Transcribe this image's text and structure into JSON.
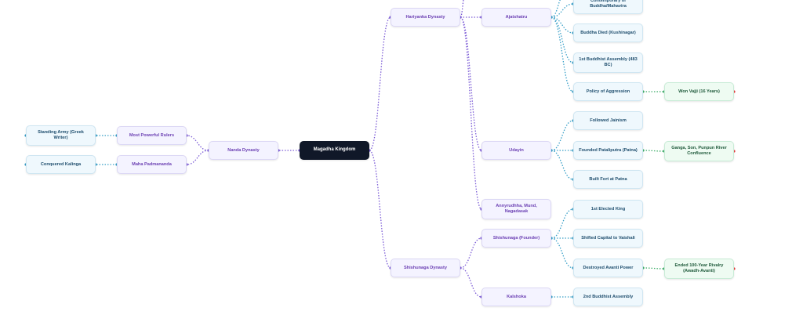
{
  "colors": {
    "purple_edge": "#7c5cd6",
    "blue_edge": "#3aa0c8",
    "green_edge": "#3fae6a",
    "handle_red": "#e53e3e"
  },
  "nodes": [
    {
      "id": "magadha",
      "label": "Magadha Kingdom",
      "style": "root"
    },
    {
      "id": "haryanka",
      "label": "Hariyanka Dynasty",
      "style": "purple"
    },
    {
      "id": "nanda",
      "label": "Nanda Dynasty",
      "style": "purple"
    },
    {
      "id": "shishunaga_d",
      "label": "Shishunaga Dynasty",
      "style": "purple"
    },
    {
      "id": "ajatshatru",
      "label": "Ajatshatru",
      "style": "purple"
    },
    {
      "id": "udayin",
      "label": "Udayin",
      "style": "purple"
    },
    {
      "id": "anny",
      "label": "Annyrudhha, Mund, Nagadasak",
      "style": "purple"
    },
    {
      "id": "shishunaga_f",
      "label": "Shishunaga (Founder)",
      "style": "purple"
    },
    {
      "id": "kalshoka",
      "label": "Kalshoka",
      "style": "purple"
    },
    {
      "id": "most_powerful",
      "label": "Most Powerful Rulers",
      "style": "purple"
    },
    {
      "id": "maha",
      "label": "Maha Padmananda",
      "style": "purple"
    },
    {
      "id": "army",
      "label": "Standing Army (Greek Writer)",
      "style": "blue"
    },
    {
      "id": "kalinga",
      "label": "Conquered Kalinga",
      "style": "blue"
    },
    {
      "id": "contemporary",
      "label": "Contemporary of Buddha/Mahavira",
      "style": "blue"
    },
    {
      "id": "buddha_died",
      "label": "Buddha Died (Kushinagar)",
      "style": "blue"
    },
    {
      "id": "assembly1",
      "label": "1st Buddhist Assembly (483 BC)",
      "style": "blue"
    },
    {
      "id": "policy",
      "label": "Policy of Aggression",
      "style": "blue"
    },
    {
      "id": "jainism",
      "label": "Followed Jainism",
      "style": "blue"
    },
    {
      "id": "pataliputra",
      "label": "Founded Pataliputra (Patna)",
      "style": "blue"
    },
    {
      "id": "fort",
      "label": "Built Fort at Patna",
      "style": "blue"
    },
    {
      "id": "elected",
      "label": "1st Elected King",
      "style": "blue"
    },
    {
      "id": "vaishali",
      "label": "Shifted Capital to Vaishali",
      "style": "blue"
    },
    {
      "id": "avanti",
      "label": "Destroyed Avanti Power",
      "style": "blue"
    },
    {
      "id": "assembly2",
      "label": "2nd Buddhist Assembly",
      "style": "blue"
    },
    {
      "id": "vajji",
      "label": "Won Vajji (16 Years)",
      "style": "green"
    },
    {
      "id": "ganga",
      "label": "Ganga, Son, Punpun River Confluence",
      "style": "green"
    },
    {
      "id": "rivalry",
      "label": "Ended 100-Year Rivalry (Awadh-Avanti)",
      "style": "green"
    }
  ],
  "edges": [
    {
      "from": "magadha",
      "to": "haryanka",
      "color": "purple"
    },
    {
      "from": "magadha",
      "to": "shishunaga_d",
      "color": "purple"
    },
    {
      "from": "magadha",
      "to": "nanda",
      "color": "purple"
    },
    {
      "from": "haryanka",
      "to": "ajatshatru",
      "color": "purple"
    },
    {
      "from": "haryanka",
      "to": "udayin",
      "color": "purple"
    },
    {
      "from": "haryanka",
      "to": "anny",
      "color": "purple"
    },
    {
      "from": "haryanka",
      "to": "offtop",
      "color": "purple"
    },
    {
      "from": "shishunaga_d",
      "to": "shishunaga_f",
      "color": "purple"
    },
    {
      "from": "shishunaga_d",
      "to": "kalshoka",
      "color": "purple"
    },
    {
      "from": "nanda",
      "to": "most_powerful",
      "color": "purple"
    },
    {
      "from": "nanda",
      "to": "maha",
      "color": "purple"
    },
    {
      "from": "most_powerful",
      "to": "army",
      "color": "blue"
    },
    {
      "from": "maha",
      "to": "kalinga",
      "color": "blue"
    },
    {
      "from": "ajatshatru",
      "to": "contemporary",
      "color": "blue"
    },
    {
      "from": "ajatshatru",
      "to": "buddha_died",
      "color": "blue"
    },
    {
      "from": "ajatshatru",
      "to": "assembly1",
      "color": "blue"
    },
    {
      "from": "ajatshatru",
      "to": "policy",
      "color": "blue"
    },
    {
      "from": "ajatshatru",
      "to": "offtop2",
      "color": "blue"
    },
    {
      "from": "udayin",
      "to": "jainism",
      "color": "blue"
    },
    {
      "from": "udayin",
      "to": "pataliputra",
      "color": "blue"
    },
    {
      "from": "udayin",
      "to": "fort",
      "color": "blue"
    },
    {
      "from": "shishunaga_f",
      "to": "elected",
      "color": "blue"
    },
    {
      "from": "shishunaga_f",
      "to": "vaishali",
      "color": "blue"
    },
    {
      "from": "shishunaga_f",
      "to": "avanti",
      "color": "blue"
    },
    {
      "from": "kalshoka",
      "to": "assembly2",
      "color": "blue"
    },
    {
      "from": "policy",
      "to": "vajji",
      "color": "green"
    },
    {
      "from": "pataliputra",
      "to": "ganga",
      "color": "green"
    },
    {
      "from": "avanti",
      "to": "rivalry",
      "color": "green"
    }
  ]
}
